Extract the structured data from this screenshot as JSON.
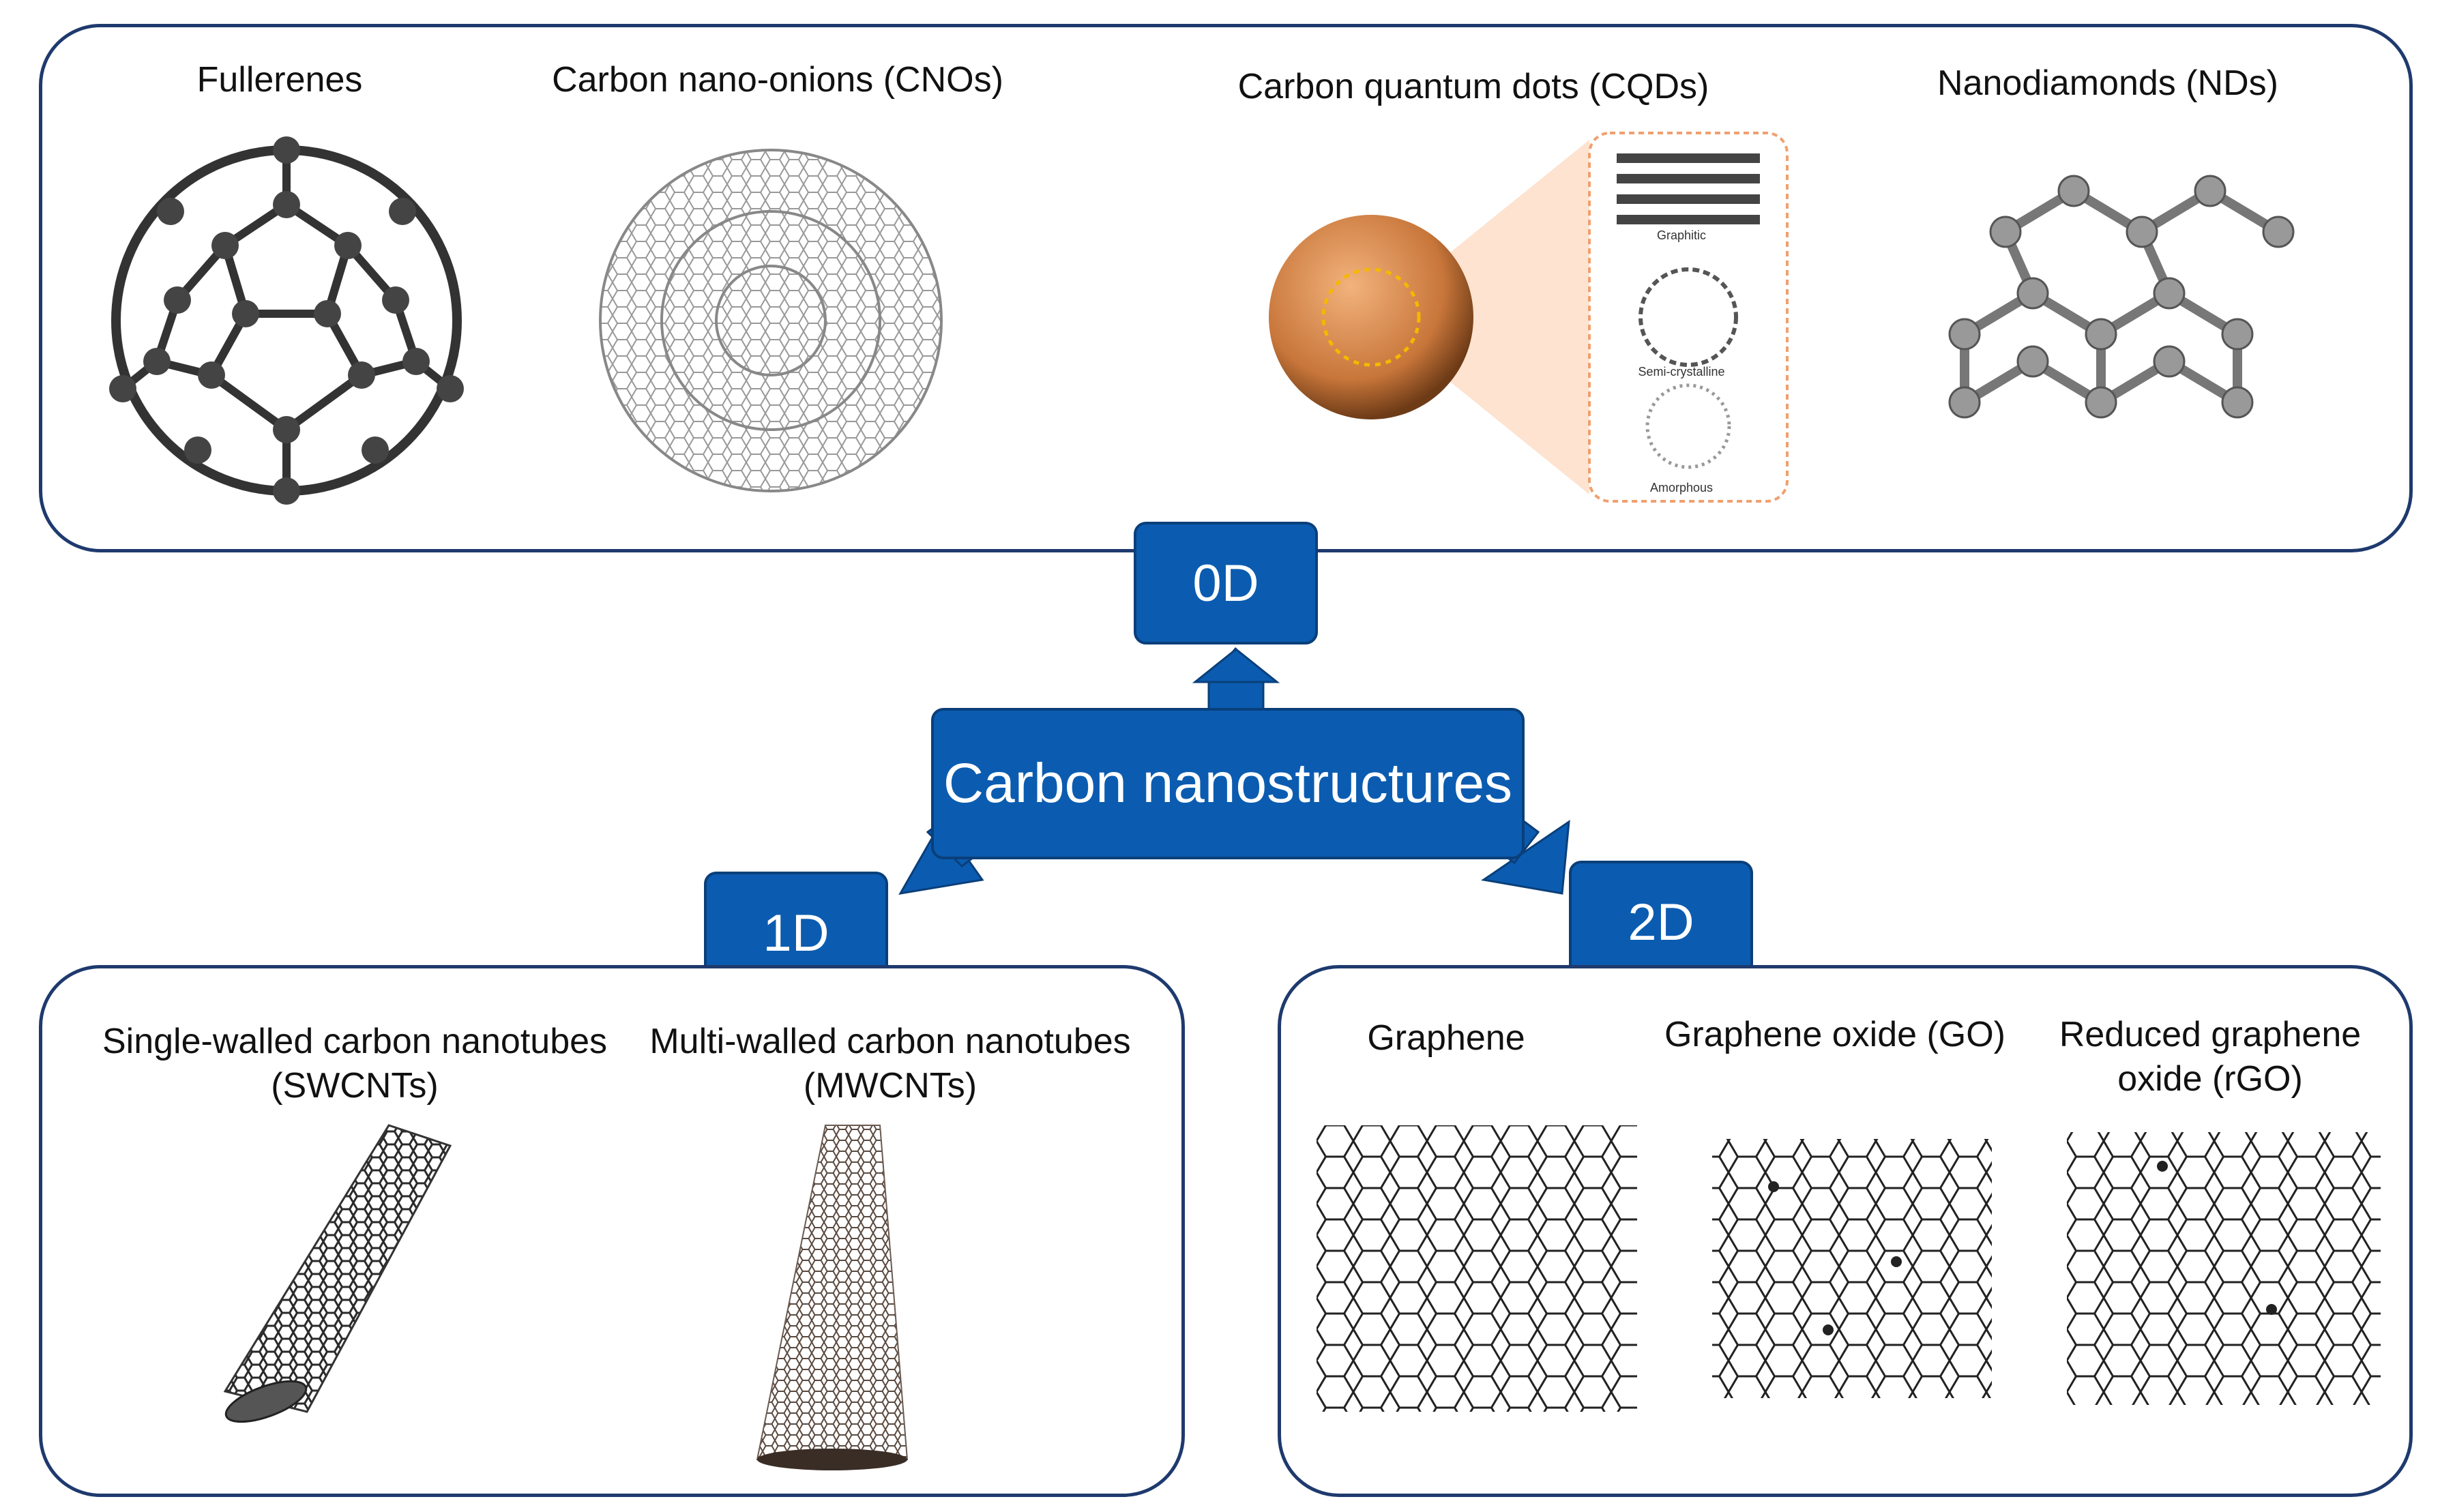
{
  "center": {
    "label": "Carbon nanostructures"
  },
  "dims": {
    "zero": "0D",
    "one": "1D",
    "two": "2D"
  },
  "zero_d": {
    "fullerenes": "Fullerenes",
    "cnos": "Carbon nano-onions (CNOs)",
    "cqds": "Carbon quantum dots (CQDs)",
    "nds": "Nanodiamonds (NDs)",
    "cqd_inset": {
      "graphitic": "Graphitic",
      "semi": "Semi-crystalline",
      "amorphous": "Amorphous"
    }
  },
  "one_d": {
    "swcnt_line1": "Single-walled carbon nanotubes",
    "swcnt_line2": "(SWCNTs)",
    "mwcnt_line1": "Multi-walled carbon nanotubes",
    "mwcnt_line2": "(MWCNTs)"
  },
  "two_d": {
    "graphene": "Graphene",
    "go": "Graphene oxide (GO)",
    "rgo_line1": "Reduced graphene",
    "rgo_line2": "oxide (rGO)"
  },
  "colors": {
    "box_fill": "#0b5cb0",
    "panel_border": "#1e3a6e",
    "cqd_core": "#c8763a",
    "inset_bg": "#fde3d0"
  }
}
